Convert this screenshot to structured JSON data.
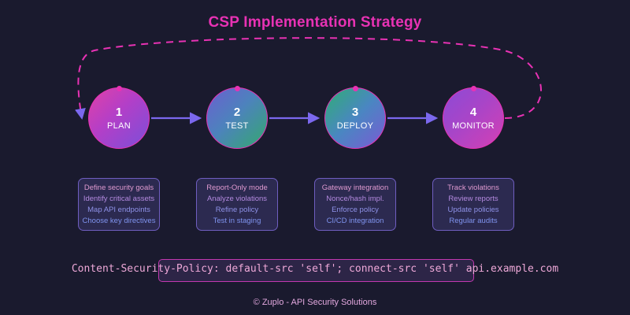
{
  "header": {
    "title": "CSP Implementation Strategy"
  },
  "colors": {
    "background": "#1a1a2e",
    "title": "#e832b4",
    "loop_dashed": "#e832b4",
    "arrow": "#7b68ee",
    "node_border": "#e832b4",
    "box_border": "#6f5ec0",
    "csp_border": "#c238b0",
    "csp_text": "#eea8d8",
    "footer": "#e3a8df"
  },
  "flow": {
    "nodes": [
      {
        "number": "1",
        "label": "PLAN",
        "dot": "step-dot-icon"
      },
      {
        "number": "2",
        "label": "TEST",
        "dot": "step-dot-icon"
      },
      {
        "number": "3",
        "label": "DEPLOY",
        "dot": "step-dot-icon"
      },
      {
        "number": "4",
        "label": "MONITOR",
        "dot": "step-dot-icon"
      }
    ],
    "connectors": [
      {
        "from": "1",
        "to": "2",
        "kind": "arrow"
      },
      {
        "from": "2",
        "to": "3",
        "kind": "arrow"
      },
      {
        "from": "3",
        "to": "4",
        "kind": "arrow"
      },
      {
        "from": "4",
        "to": "1",
        "kind": "dashed-feedback-loop"
      }
    ],
    "details": [
      {
        "for": "PLAN",
        "items": [
          "Define security goals",
          "Identify critical assets",
          "Map API endpoints",
          "Choose key directives"
        ]
      },
      {
        "for": "TEST",
        "items": [
          "Report-Only mode",
          "Analyze violations",
          "Refine policy",
          "Test in staging"
        ]
      },
      {
        "for": "DEPLOY",
        "items": [
          "Gateway integration",
          "Nonce/hash impl.",
          "Enforce policy",
          "CI/CD integration"
        ]
      },
      {
        "for": "MONITOR",
        "items": [
          "Track violations",
          "Review reports",
          "Update policies",
          "Regular audits"
        ]
      }
    ]
  },
  "policy": {
    "text": "Content-Security-Policy: default-src 'self'; connect-src 'self' api.example.com"
  },
  "footer": {
    "text": "© Zuplo - API Security Solutions"
  }
}
